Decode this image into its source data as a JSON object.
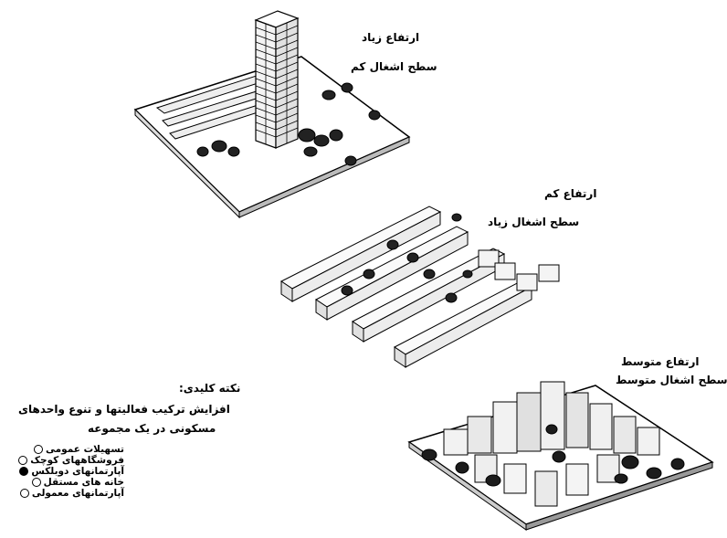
{
  "labels": {
    "high": {
      "title": "ارتفاع زیاد",
      "subtitle": "سطح اشغال کم"
    },
    "low": {
      "title": "ارتفاع کم",
      "subtitle": "سطح اشغال زیاد"
    },
    "medium": {
      "title": "ارتفاع متوسط",
      "subtitle": "سطح اشغال متوسط"
    }
  },
  "note": {
    "heading": "نکته کلیدی:",
    "line1": "افزایش ترکیب فعالیتها و تنوع واحدهای",
    "line2": "مسکونی در یک مجموعه"
  },
  "legend": [
    {
      "label": "تسهیلات عمومی",
      "filled": false
    },
    {
      "label": "فروشگاههای کوچک",
      "filled": false
    },
    {
      "label": "آپارتمانهای دوبلکس",
      "filled": true
    },
    {
      "label": "خانه های مستقل",
      "filled": false
    },
    {
      "label": "آپارتمانهای معمولی",
      "filled": false
    }
  ]
}
